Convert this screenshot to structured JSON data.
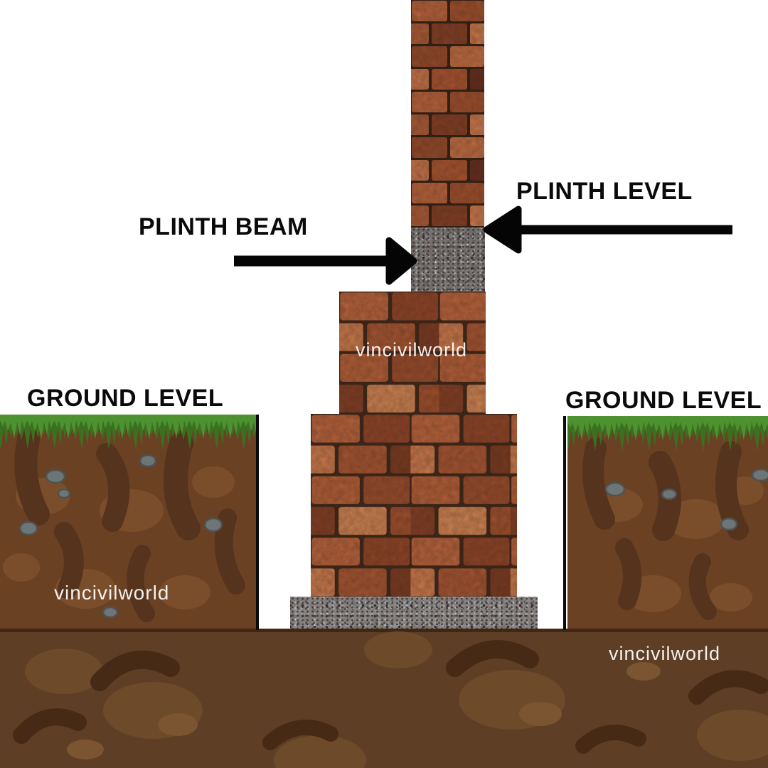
{
  "labels": {
    "plinth_level": "PLINTH LEVEL",
    "plinth_beam": "PLINTH BEAM",
    "ground_level_left": "GROUND LEVEL",
    "ground_level_right": "GROUND LEVEL"
  },
  "watermarks": {
    "wall": "vincivilworld",
    "left_soil": "vincivilworld",
    "bottom_soil": "vincivilworld"
  },
  "colors": {
    "background": "#ffffff",
    "label_text": "#0a0a0a",
    "arrow": "#050505",
    "excavation_line": "#0a0a0a",
    "brick_light": "#c27347",
    "brick_mid": "#a55835",
    "brick_dark": "#753820",
    "brick_mortar": "#2f1d15",
    "concrete_beam": "#85878a",
    "concrete_footing": "#97999b",
    "soil_side": "#6b4124",
    "soil_side_shadow": "#55331c",
    "soil_side_light": "#7b4e2b",
    "soil_bottom": "#5e3e25",
    "soil_bottom_shadow": "#462a15",
    "grass_light": "#4e9130",
    "grass_dark": "#3a7120",
    "rock_gray": "#6e7576",
    "watermark_text": "#ffffff"
  }
}
